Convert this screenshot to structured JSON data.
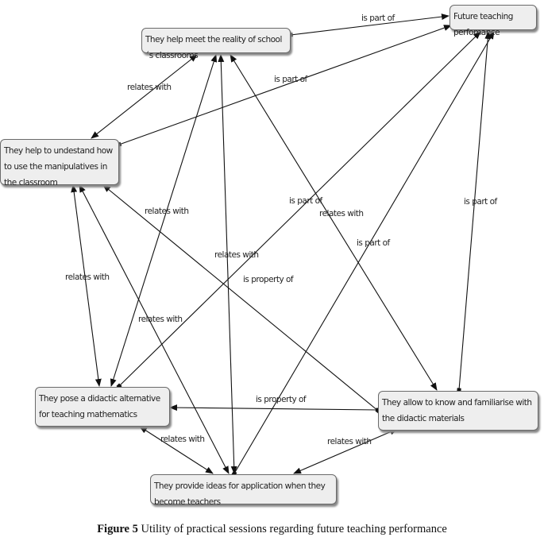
{
  "nodes": [
    {
      "id": "reality",
      "text": "They help meet the reality of school´s classrooms"
    },
    {
      "id": "future",
      "text": "Future teaching perfomance"
    },
    {
      "id": "manipulatives",
      "text": "They help to undestand how to use the manipulatives in the classroom"
    },
    {
      "id": "didactic_alt",
      "text": "They pose a didactic alternative for teaching mathematics"
    },
    {
      "id": "familiarise",
      "text": "They allow to know and familiarise with the didactic materials"
    },
    {
      "id": "ideas",
      "text": "They provide ideas for application when they become teachers"
    }
  ],
  "edges": [
    {
      "from": "reality",
      "to": "future",
      "label": "is part of",
      "bidirectional": false
    },
    {
      "from": "manipulatives",
      "to": "future",
      "label": "is part of",
      "bidirectional": false
    },
    {
      "from": "reality",
      "to": "manipulatives",
      "label": "relates with",
      "bidirectional": true
    },
    {
      "from": "didactic_alt",
      "to": "future",
      "label": "is part of",
      "bidirectional": false
    },
    {
      "from": "familiarise",
      "to": "future",
      "label": "is part of",
      "bidirectional": false
    },
    {
      "from": "ideas",
      "to": "future",
      "label": "is part of",
      "bidirectional": false
    },
    {
      "from": "didactic_alt",
      "to": "reality",
      "label": "relates with",
      "bidirectional": true
    },
    {
      "from": "familiarise",
      "to": "reality",
      "label": "relates with",
      "bidirectional": true
    },
    {
      "from": "ideas",
      "to": "reality",
      "label": "relates with",
      "bidirectional": true
    },
    {
      "from": "familiarise",
      "to": "manipulatives",
      "label": "is property of",
      "bidirectional": false
    },
    {
      "from": "manipulatives",
      "to": "didactic_alt",
      "label": "relates with",
      "bidirectional": true
    },
    {
      "from": "manipulatives",
      "to": "ideas",
      "label": "relates with",
      "bidirectional": true
    },
    {
      "from": "familiarise",
      "to": "didactic_alt",
      "label": "is property of",
      "bidirectional": false
    },
    {
      "from": "didactic_alt",
      "to": "ideas",
      "label": "relates with",
      "bidirectional": true
    },
    {
      "from": "familiarise",
      "to": "ideas",
      "label": "relates with",
      "bidirectional": true
    }
  ],
  "caption": {
    "prefix": "Figure 5",
    "text": " Utility of practical sessions regarding future teaching performance"
  }
}
